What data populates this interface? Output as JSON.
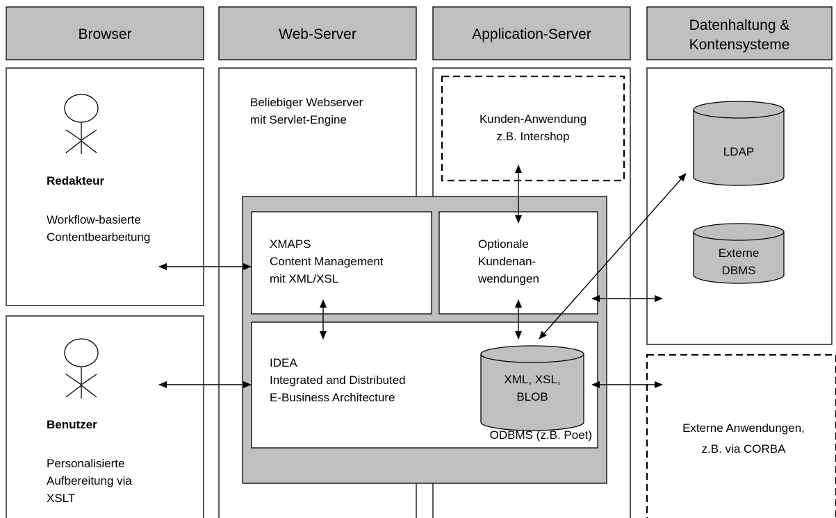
{
  "headers": {
    "browser": "Browser",
    "webserver": "Web-Server",
    "appserver": "Application-Server",
    "data_line1": "Datenhaltung &",
    "data_line2": "Kontensysteme"
  },
  "redakteur": {
    "title": "Redakteur",
    "desc_line1": "Workflow-basierte",
    "desc_line2": "Contentbearbeitung"
  },
  "benutzer": {
    "title": "Benutzer",
    "desc_line1": "Personalisierte",
    "desc_line2": "Aufbereitung via",
    "desc_line3": "XSLT"
  },
  "webserver_panel": {
    "line1": "Beliebiger Webserver",
    "line2": "mit Servlet-Engine"
  },
  "kunden_anwendung": {
    "line1": "Kunden-Anwendung",
    "line2": "z.B. Intershop"
  },
  "xmaps": {
    "line1": "XMAPS",
    "line2": "Content Management",
    "line3": "mit XML/XSL"
  },
  "optionale": {
    "line1": "Optionale",
    "line2": "Kundenan-",
    "line3": "wendungen"
  },
  "idea": {
    "line1": "IDEA",
    "line2": "Integrated and Distributed",
    "line3": "E-Business Architecture"
  },
  "odbms": {
    "db_line1": "XML, XSL,",
    "db_line2": "BLOB",
    "label": "ODBMS (z.B. Poet)"
  },
  "ldap": {
    "label": "LDAP"
  },
  "externe_dbms": {
    "line1": "Externe",
    "line2": "DBMS"
  },
  "externe_anwendungen": {
    "line1": "Externe Anwendungen,",
    "line2": "z.B. via CORBA"
  },
  "colors": {
    "header_fill": "#c0c0c0",
    "core_fill": "#c0c0c0",
    "panel_fill": "#ffffff",
    "stroke": "#000000"
  }
}
